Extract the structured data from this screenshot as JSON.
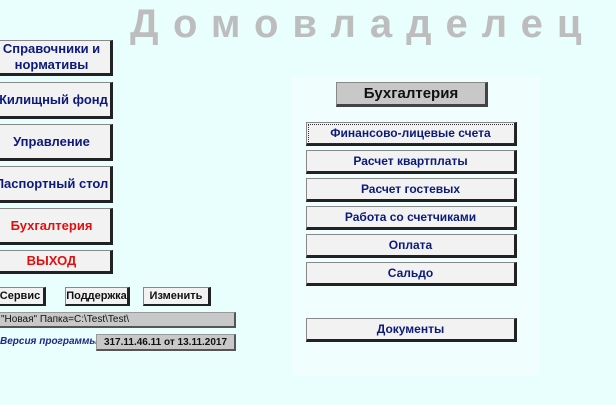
{
  "app_title": "Домовладелец",
  "menu": [
    {
      "label": "Справочники и нормативы"
    },
    {
      "label": "Жилищный фонд"
    },
    {
      "label": "Управление"
    },
    {
      "label": "Паспортный стол"
    },
    {
      "label": "Бухгалтерия"
    },
    {
      "label": "ВЫХОД"
    }
  ],
  "tools": {
    "service": "Сервис",
    "support": "Поддержка",
    "change": "Изменить"
  },
  "folder_info": "\"Новая\" Папка=C:\\Test\\Test\\",
  "version_label": "Версия программы",
  "version_value": "317.11.46.11 от 13.11.2017",
  "section": {
    "title": "Бухгалтерия",
    "items": [
      {
        "label": "Финансово-лицевые счета"
      },
      {
        "label": "Расчет квартплаты"
      },
      {
        "label": "Расчет гостевых"
      },
      {
        "label": "Работа со счетчиками"
      },
      {
        "label": "Оплата"
      },
      {
        "label": "Сальдо"
      },
      {
        "label": "Документы"
      }
    ]
  },
  "colors": {
    "active": "#e01010",
    "text": "#0c1a7a",
    "bg": "#e8fffd"
  }
}
